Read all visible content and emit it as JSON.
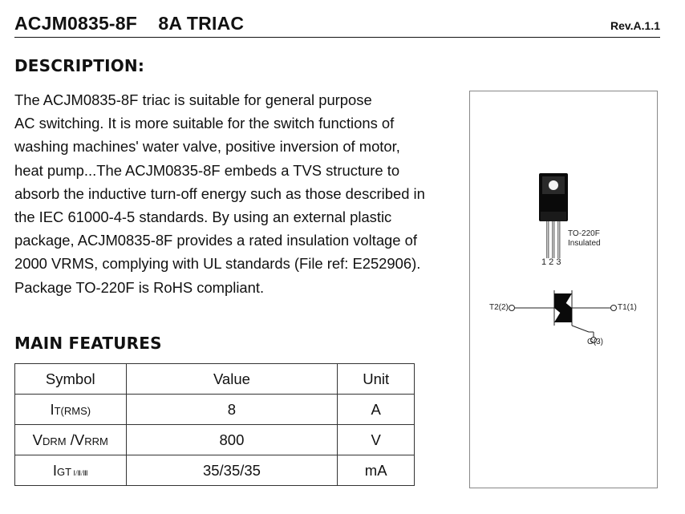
{
  "header": {
    "title": "ACJM0835-8F    8A TRIAC",
    "revision": "Rev.A.1.1"
  },
  "description": {
    "heading": "DESCRIPTION:",
    "lines": [
      "The ACJM0835-8F triac is suitable for general purpose",
      "AC switching. It is more suitable for the switch functions of",
      "washing machines' water valve, positive inversion of motor,",
      "heat pump...The ACJM0835-8F embeds a TVS structure to",
      "absorb the inductive turn-off energy such as those described in",
      "the IEC 61000-4-5 standards. By using an external plastic",
      "package, ACJM0835-8F provides a rated insulation voltage of",
      "2000 VRMS, complying with UL standards (File ref: E252906).",
      "Package TO-220F is RoHS compliant."
    ]
  },
  "features": {
    "heading": "MAIN FEATURES",
    "columns": [
      "Symbol",
      "Value",
      "Unit"
    ],
    "rows": [
      {
        "symbol_main": "I",
        "symbol_sub": "T(RMS)",
        "value": "8",
        "unit": "A"
      },
      {
        "symbol_a": "V",
        "symbol_a_sub": "DRM",
        "symbol_sep": " /",
        "symbol_b": "V",
        "symbol_b_sub": "RRM",
        "value": "800",
        "unit": "V"
      },
      {
        "symbol_main": "I",
        "symbol_sub": "GT",
        "symbol_sub2": " Ⅰ/Ⅱ/Ⅲ",
        "value": "35/35/35",
        "unit": "mA"
      }
    ]
  },
  "figure": {
    "package_line1": "TO-220F",
    "package_line2": "Insulated",
    "pin_numbers": "1 2 3",
    "pin_t2": "T2(2)",
    "pin_t1": "T1(1)",
    "pin_g": "G(3)"
  }
}
